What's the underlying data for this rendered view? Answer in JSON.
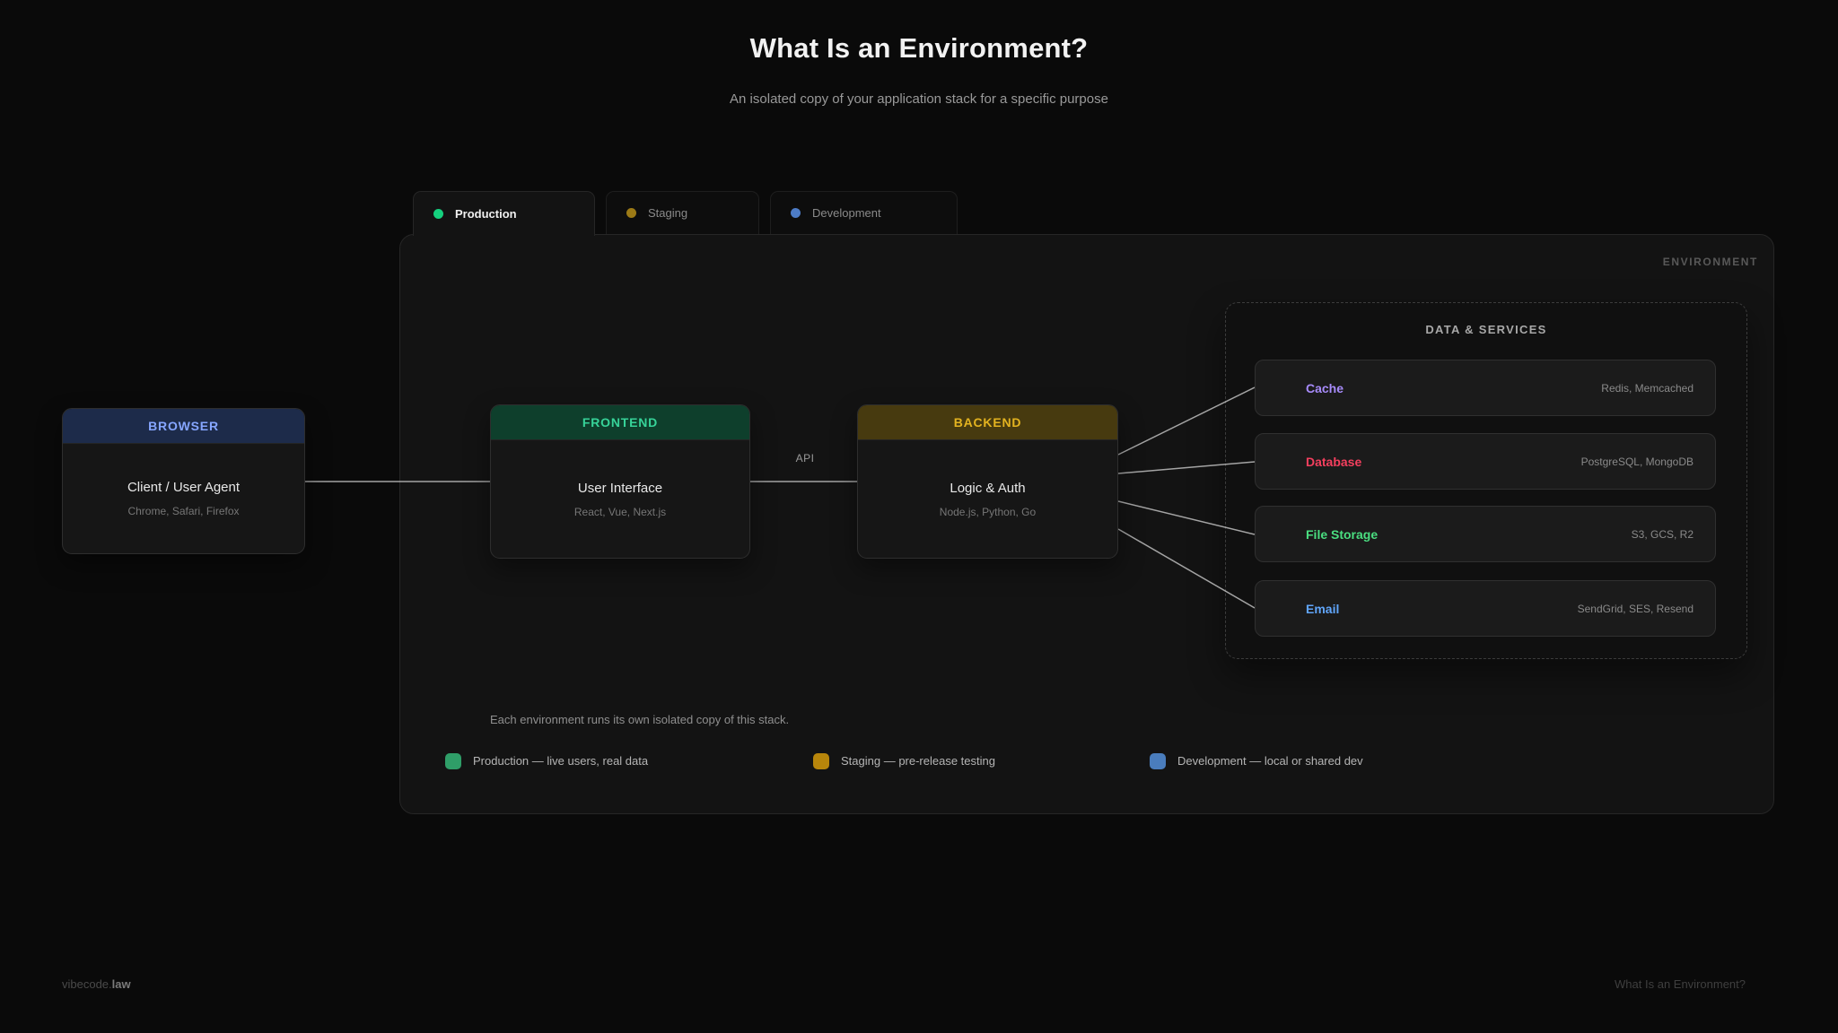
{
  "page": {
    "title": "What Is an Environment?",
    "subtitle": "An isolated copy of your application stack for a specific purpose"
  },
  "tabs": [
    {
      "label": "Production",
      "dot_color": "#15d07e",
      "active": true
    },
    {
      "label": "Staging",
      "dot_color": "#9c7a16",
      "active": false
    },
    {
      "label": "Development",
      "dot_color": "#4d7cc7",
      "active": false
    }
  ],
  "environment": {
    "corner_label": "ENVIRONMENT"
  },
  "diagram": {
    "api_label": "API",
    "nodes": {
      "browser": {
        "header": "BROWSER",
        "title": "Client / User Agent",
        "subtitle": "Chrome, Safari, Firefox",
        "accent": "#86a6ff",
        "header_bg": "#1d2b4a"
      },
      "frontend": {
        "header": "FRONTEND",
        "title": "User Interface",
        "subtitle": "React, Vue, Next.js",
        "accent": "#37d399",
        "header_bg": "#0e3f2c"
      },
      "backend": {
        "header": "BACKEND",
        "title": "Logic & Auth",
        "subtitle": "Node.js, Python, Go",
        "accent": "#e3b320",
        "header_bg": "#473a0f"
      }
    }
  },
  "services": {
    "title": "DATA & SERVICES",
    "items": [
      {
        "label": "Cache",
        "detail": "Redis, Memcached",
        "color": "#a78bfa"
      },
      {
        "label": "Database",
        "detail": "PostgreSQL, MongoDB",
        "color": "#f43f5e"
      },
      {
        "label": "File Storage",
        "detail": "S3, GCS, R2",
        "color": "#4ade80"
      },
      {
        "label": "Email",
        "detail": "SendGrid, SES, Resend",
        "color": "#60a5fa"
      }
    ]
  },
  "caption": "Each environment runs its own isolated copy of this stack.",
  "legend": [
    {
      "label": "Production — live users, real data",
      "color": "#2f9e68"
    },
    {
      "label": "Staging — pre-release testing",
      "color": "#b8860b"
    },
    {
      "label": "Development — local or shared dev",
      "color": "#4a7dbd"
    }
  ],
  "footer": {
    "brand_prefix": "vibecode.",
    "brand_suffix": "law",
    "page_ref": "What Is an Environment?"
  }
}
